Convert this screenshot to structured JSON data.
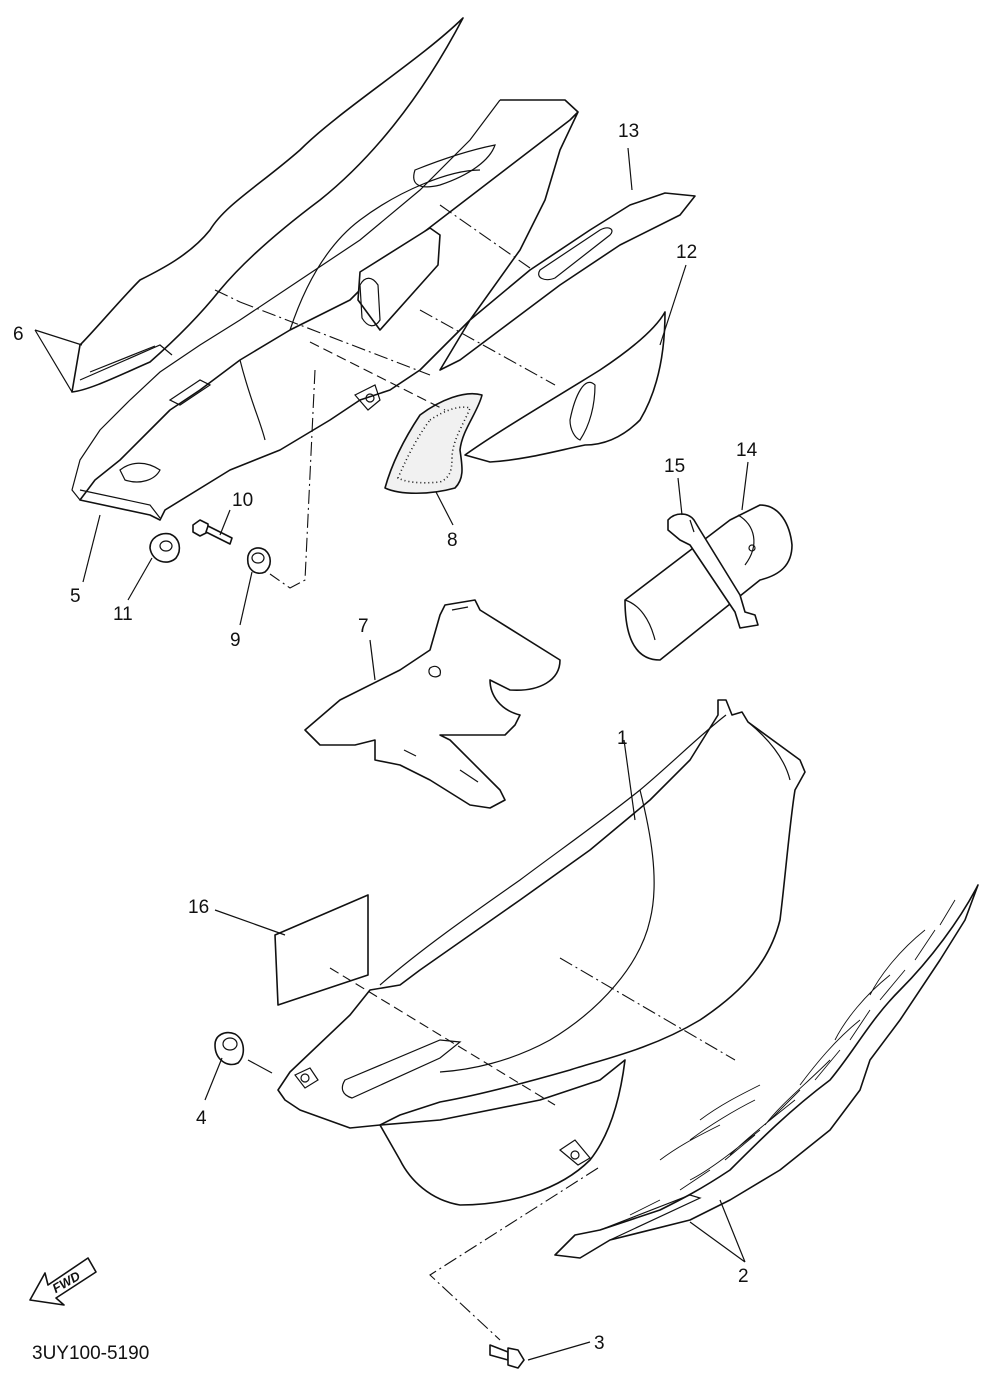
{
  "diagram": {
    "callouts": [
      "1",
      "2",
      "3",
      "4",
      "5",
      "6",
      "7",
      "8",
      "9",
      "10",
      "11",
      "12",
      "13",
      "14",
      "15",
      "16"
    ],
    "fwd_label": "FWD",
    "part_code": "3UY100-5190"
  }
}
